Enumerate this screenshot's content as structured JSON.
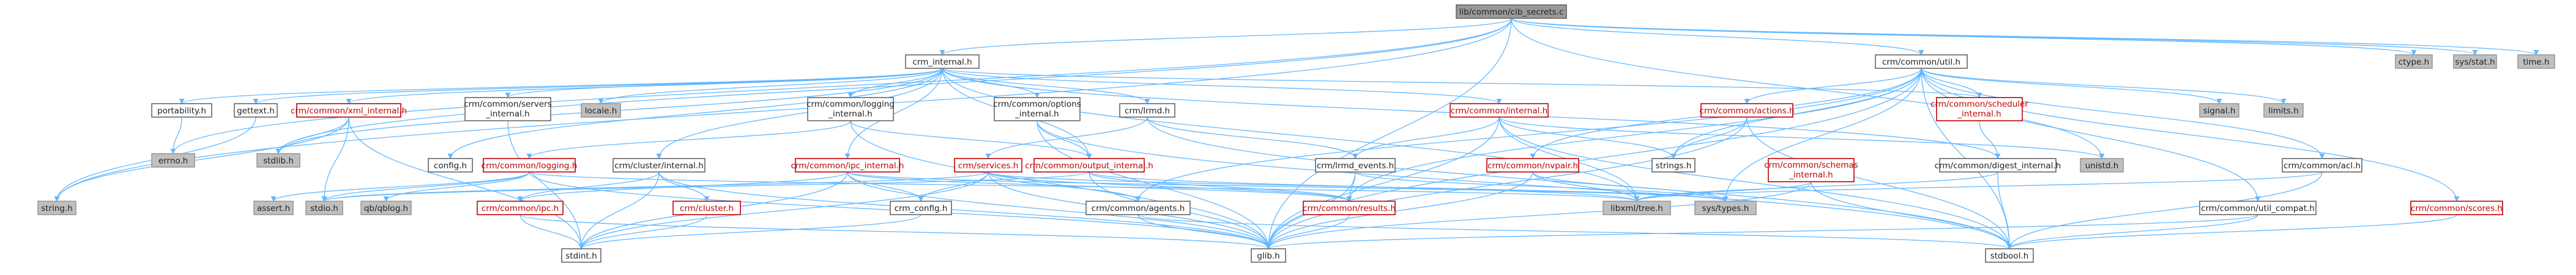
{
  "diagram": {
    "root": "lib/common/cib_secrets.c",
    "nodes": {
      "root": "lib/common/cib_secrets.c",
      "crm_internal": "crm_internal.h",
      "util": "crm/common/util.h",
      "ctype": "ctype.h",
      "sysstat": "sys/stat.h",
      "time": "time.h",
      "portability": "portability.h",
      "gettext": "gettext.h",
      "xml_internal": "crm/common/xml_internal.h",
      "servers_internal": [
        "crm/common/servers",
        "_internal.h"
      ],
      "locale": "locale.h",
      "logging_internal": [
        "crm/common/logging",
        "_internal.h"
      ],
      "options_internal": [
        "crm/common/options",
        "_internal.h"
      ],
      "lrmd": "crm/lrmd.h",
      "common_internal": "crm/common/internal.h",
      "actions": "crm/common/actions.h",
      "scheduler_internal": [
        "crm/common/scheduler",
        "_internal.h"
      ],
      "signal": "signal.h",
      "limits": "limits.h",
      "errno": "errno.h",
      "stdlib": "stdlib.h",
      "config": "config.h",
      "logging": "crm/common/logging.h",
      "cluster_internal": "crm/cluster/internal.h",
      "ipc_internal": "crm/common/ipc_internal.h",
      "output_internal": "crm/common/output_internal.h",
      "services": "crm/services.h",
      "lrmd_events": "crm/lrmd_events.h",
      "nvpair": "crm/common/nvpair.h",
      "strings": "strings.h",
      "schemas_internal": [
        "crm/common/schemas",
        "_internal.h"
      ],
      "digest_internal": "crm/common/digest_internal.h",
      "unistd": "unistd.h",
      "acl": "crm/common/acl.h",
      "util_compat": "crm/common/util_compat.h",
      "scores": "crm/common/scores.h",
      "string": "string.h",
      "assert": "assert.h",
      "stdio": "stdio.h",
      "qblog": "qb/qblog.h",
      "ipc": "crm/common/ipc.h",
      "cluster": "crm/cluster.h",
      "crm_config": "crm_config.h",
      "agents": "crm/common/agents.h",
      "results": "crm/common/results.h",
      "libxml": "libxml/tree.h",
      "systypes": "sys/types.h",
      "stdint": "stdint.h",
      "glib": "glib.h",
      "stdbool": "stdbool.h"
    },
    "colors": {
      "edge": "#63b8ff",
      "documented_node_border": "#bf0000",
      "undocumented_node_fill": "#bfbfbf",
      "root_fill": "#999999"
    }
  }
}
